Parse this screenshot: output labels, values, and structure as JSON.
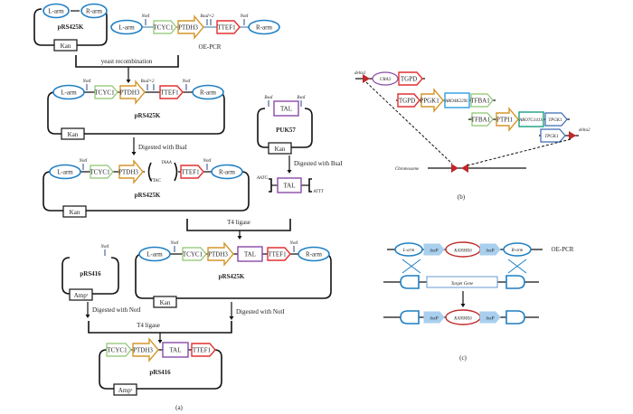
{
  "labels": {
    "larm": "L-arm",
    "rarm": "R-arm",
    "kan": "Kan",
    "amp": "Ampʳ",
    "prs425k": "pRS425K",
    "prs416": "pRS416",
    "puk57": "PUK57",
    "noti": "NotI",
    "bsai": "BsaI",
    "bsai2": "BsaI×2",
    "tcyc1": "TCYC1",
    "ptdh3": "PTDH3",
    "ttef1": "TTEF1",
    "tal": "TAL",
    "oepcr": "OE-PCR",
    "yeast_rec": "yeast recombination",
    "dig_bsai": "Digested with BsaI",
    "dig_noti": "Digested with NotI",
    "t4": "T4 ligase",
    "taaa": "TAAA",
    "ttac": "TTAC",
    "aatg": "AATG",
    "attt": "ATTT",
    "panel_a": "(a)"
  },
  "panel_b": {
    "delta1": "delta1",
    "delta2": "delta2",
    "ura3": "URA3",
    "tgpd": "TGPD",
    "ppgk1": "PPGK1",
    "aro4": "ARO4K229L",
    "tfba1": "TFBA1",
    "ptpi1": "PTPI1",
    "aro7": "ARO7G141S",
    "tpgk1": "TPGK1",
    "chromosome": "Chromosome",
    "label": "(b)"
  },
  "panel_c": {
    "larm": "L-arm",
    "rarm": "R-arm",
    "loxp": "loxP",
    "kanmx6": "KANMX6",
    "oepcr": "OE-PCR",
    "target": "Target Gene",
    "label": "(c)"
  },
  "colors": {
    "arm": "#1f7fc4",
    "tcyc1": "#8cc56e",
    "ptdh3": "#d4962a",
    "ttef1": "#e43030",
    "tal": "#8a4aa8",
    "delta": "#c0282a",
    "loxp": "#a9cfee"
  }
}
